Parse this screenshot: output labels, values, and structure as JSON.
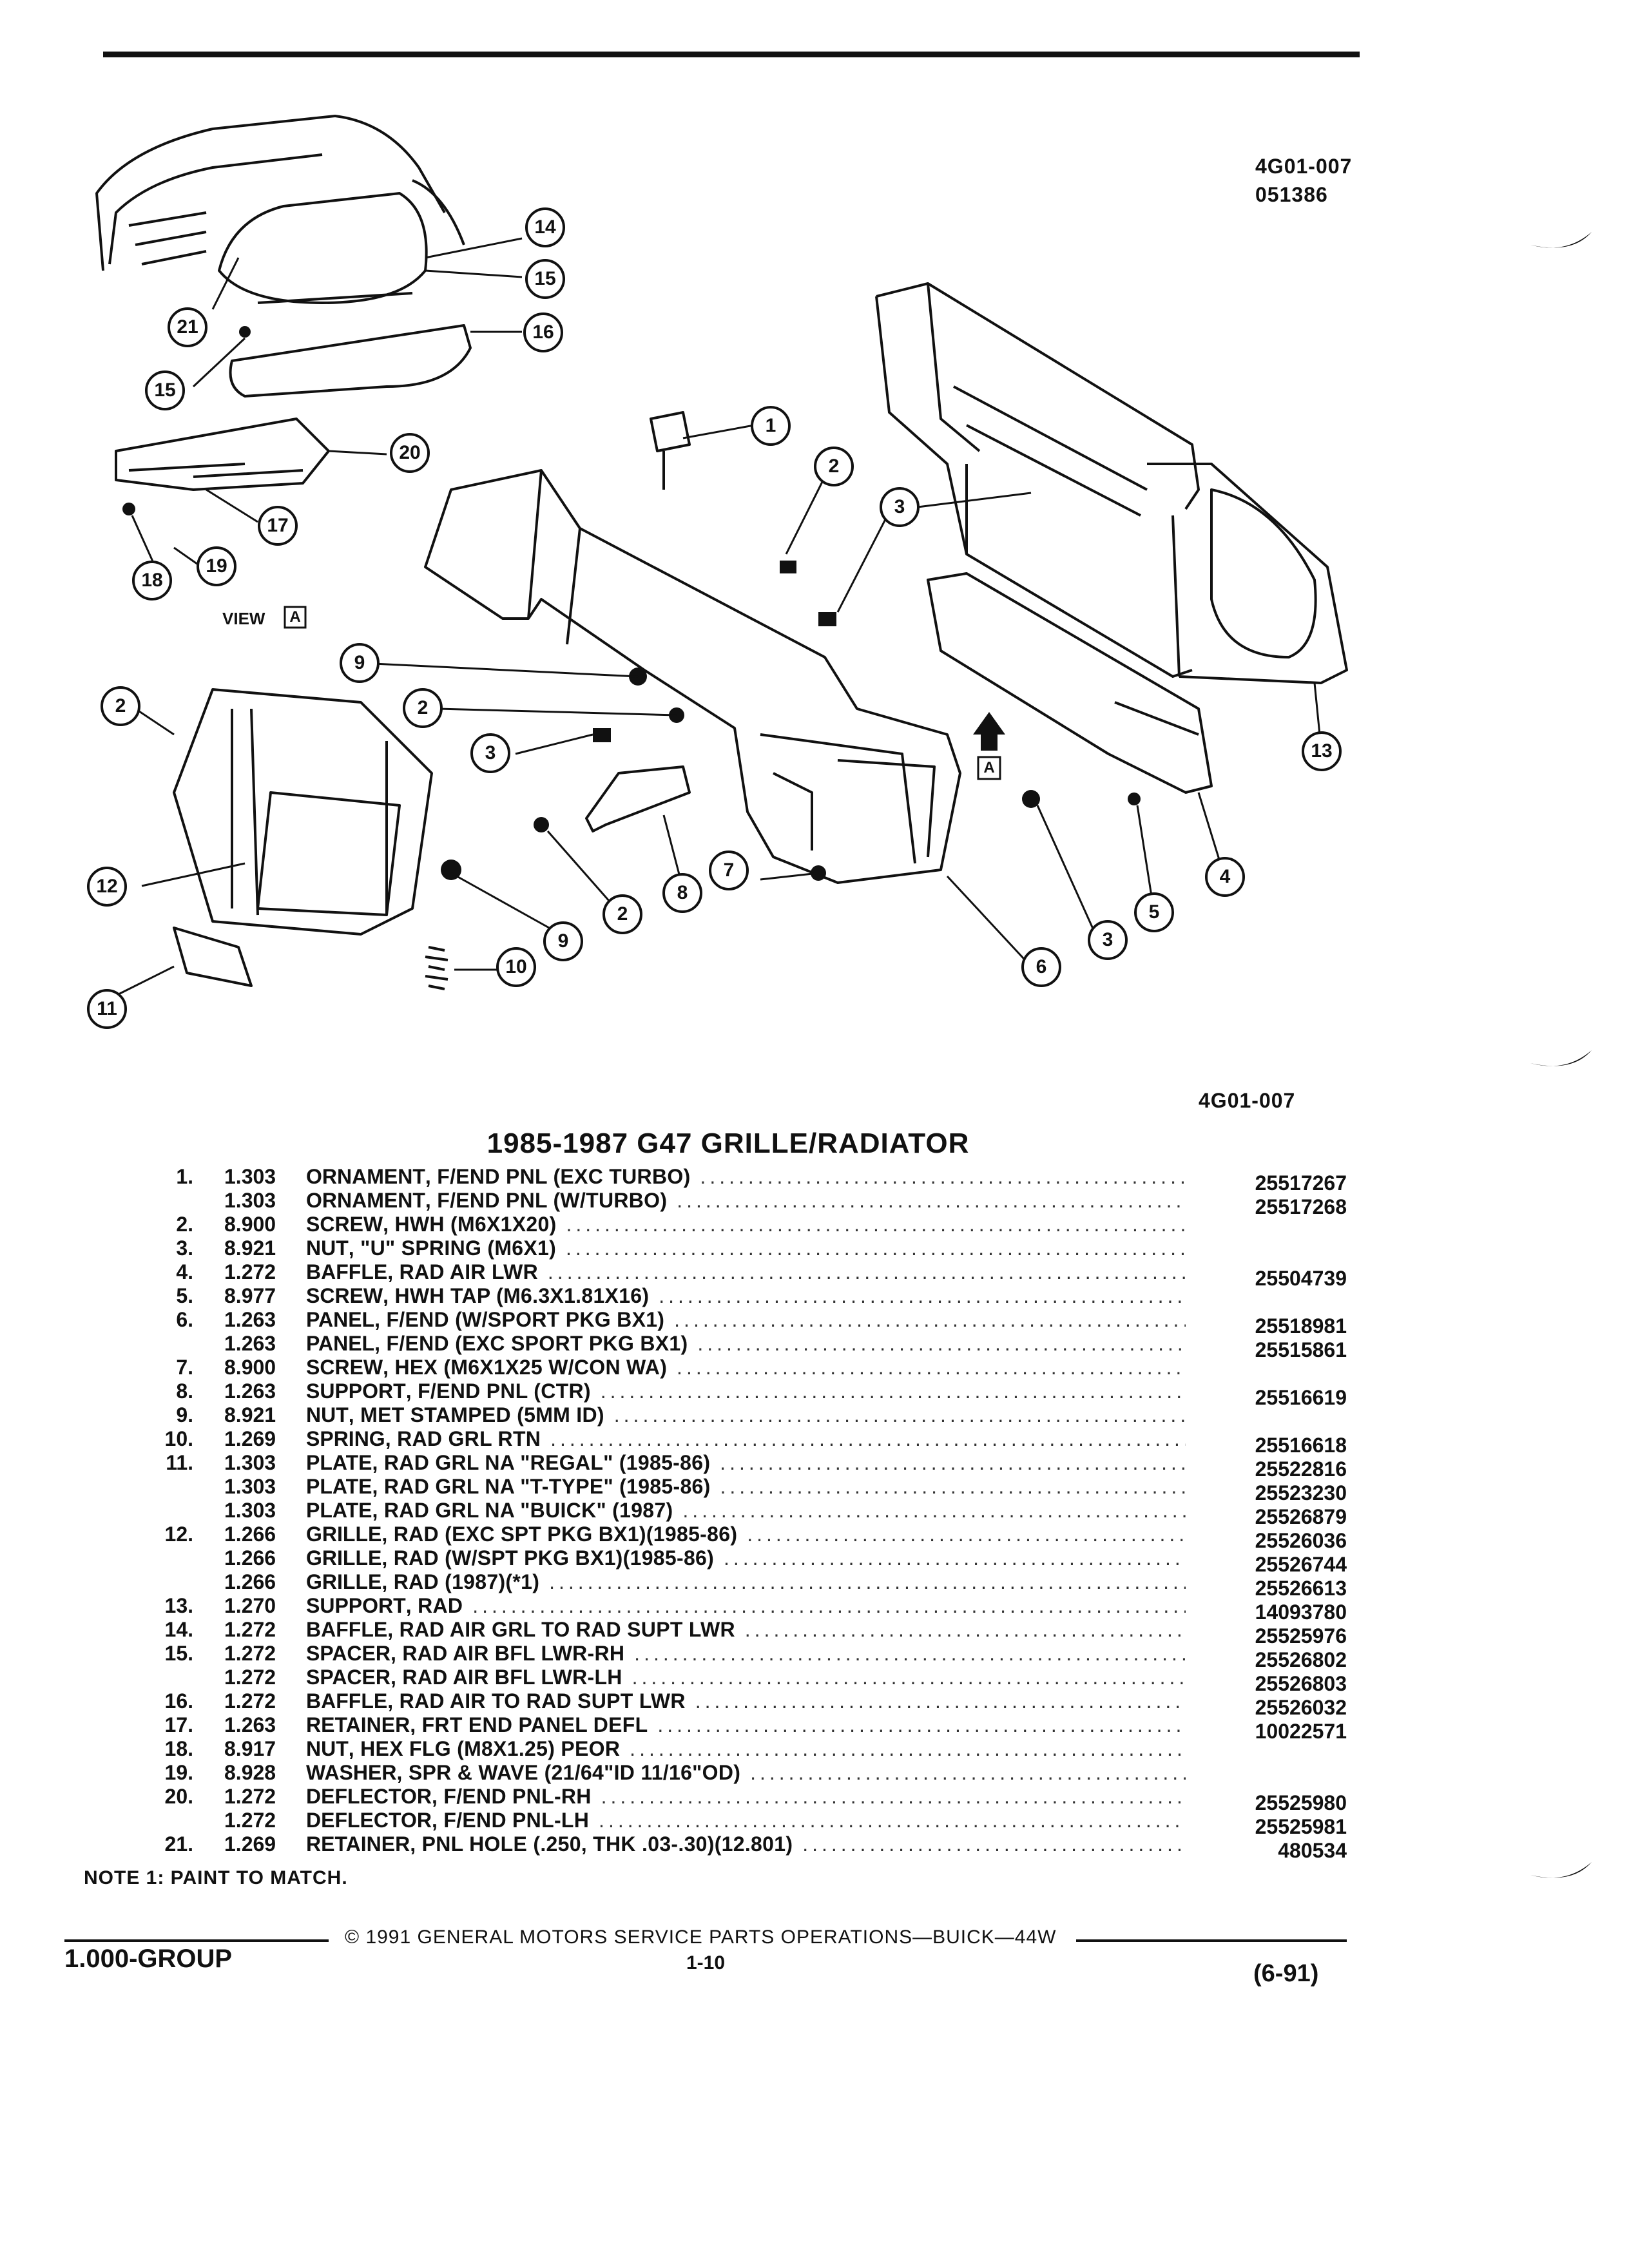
{
  "header": {
    "code_top": "4G01-007",
    "code_sub": "051386",
    "code_bottom": "4G01-007"
  },
  "diagram": {
    "view_label": "VIEW",
    "view_letter": "A",
    "arrow_letter": "A",
    "callouts": [
      "1",
      "2",
      "3",
      "4",
      "5",
      "6",
      "7",
      "8",
      "9",
      "10",
      "11",
      "12",
      "13",
      "14",
      "15",
      "16",
      "17",
      "18",
      "19",
      "20",
      "21"
    ]
  },
  "title": "1985-1987 G47 GRILLE/RADIATOR",
  "parts": [
    {
      "num": "1.",
      "grp": "1.303",
      "name": "ORNAMENT",
      "desc": ", F/END PNL (EXC TURBO)",
      "pn": "25517267"
    },
    {
      "num": "",
      "grp": "1.303",
      "name": "ORNAMENT",
      "desc": ", F/END PNL (W/TURBO)",
      "pn": "25517268"
    },
    {
      "num": "2.",
      "grp": "8.900",
      "name": "SCREW",
      "desc": ", HWH (M6X1X20)",
      "pn": ""
    },
    {
      "num": "3.",
      "grp": "8.921",
      "name": "NUT",
      "desc": ", \"U\" SPRING (M6X1)",
      "pn": ""
    },
    {
      "num": "4.",
      "grp": "1.272",
      "name": "BAFFLE",
      "desc": ", RAD AIR LWR",
      "pn": "25504739"
    },
    {
      "num": "5.",
      "grp": "8.977",
      "name": "SCREW",
      "desc": ", HWH TAP (M6.3X1.81X16)",
      "pn": ""
    },
    {
      "num": "6.",
      "grp": "1.263",
      "name": "PANEL",
      "desc": ", F/END (W/SPORT PKG BX1)",
      "pn": "25518981"
    },
    {
      "num": "",
      "grp": "1.263",
      "name": "PANEL",
      "desc": ", F/END (EXC SPORT PKG BX1)",
      "pn": "25515861"
    },
    {
      "num": "7.",
      "grp": "8.900",
      "name": "SCREW",
      "desc": ", HEX (M6X1X25 W/CON WA)",
      "pn": ""
    },
    {
      "num": "8.",
      "grp": "1.263",
      "name": "SUPPORT",
      "desc": ", F/END PNL (CTR)",
      "pn": "25516619"
    },
    {
      "num": "9.",
      "grp": "8.921",
      "name": "NUT",
      "desc": ", MET STAMPED (5MM ID)",
      "pn": ""
    },
    {
      "num": "10.",
      "grp": "1.269",
      "name": "SPRING",
      "desc": ", RAD GRL RTN",
      "pn": "25516618"
    },
    {
      "num": "11.",
      "grp": "1.303",
      "name": "PLATE",
      "desc": ", RAD GRL NA \"REGAL\" (1985-86)",
      "pn": "25522816"
    },
    {
      "num": "",
      "grp": "1.303",
      "name": "PLATE",
      "desc": ", RAD GRL NA \"T-TYPE\" (1985-86)",
      "pn": "25523230"
    },
    {
      "num": "",
      "grp": "1.303",
      "name": "PLATE",
      "desc": ", RAD GRL NA \"BUICK\" (1987)",
      "pn": "25526879"
    },
    {
      "num": "12.",
      "grp": "1.266",
      "name": "GRILLE",
      "desc": ", RAD (EXC SPT PKG BX1)(1985-86)",
      "pn": "25526036"
    },
    {
      "num": "",
      "grp": "1.266",
      "name": "GRILLE",
      "desc": ", RAD (W/SPT PKG BX1)(1985-86)",
      "pn": "25526744"
    },
    {
      "num": "",
      "grp": "1.266",
      "name": "GRILLE",
      "desc": ", RAD (1987)(*1)",
      "pn": "25526613"
    },
    {
      "num": "13.",
      "grp": "1.270",
      "name": "SUPPORT",
      "desc": ", RAD",
      "pn": "14093780"
    },
    {
      "num": "14.",
      "grp": "1.272",
      "name": "BAFFLE",
      "desc": ", RAD AIR GRL TO RAD SUPT LWR",
      "pn": "25525976"
    },
    {
      "num": "15.",
      "grp": "1.272",
      "name": "SPACER",
      "desc": ", RAD AIR BFL LWR-RH",
      "pn": "25526802"
    },
    {
      "num": "",
      "grp": "1.272",
      "name": "SPACER",
      "desc": ", RAD AIR BFL LWR-LH",
      "pn": "25526803"
    },
    {
      "num": "16.",
      "grp": "1.272",
      "name": "BAFFLE",
      "desc": ", RAD AIR TO RAD SUPT LWR",
      "pn": "25526032"
    },
    {
      "num": "17.",
      "grp": "1.263",
      "name": "RETAINER",
      "desc": ", FRT END PANEL DEFL",
      "pn": "10022571"
    },
    {
      "num": "18.",
      "grp": "8.917",
      "name": "NUT",
      "desc": ", HEX FLG (M8X1.25) PEOR",
      "pn": ""
    },
    {
      "num": "19.",
      "grp": "8.928",
      "name": "WASHER",
      "desc": ", SPR & WAVE (21/64\"ID 11/16\"OD)",
      "pn": ""
    },
    {
      "num": "20.",
      "grp": "1.272",
      "name": "DEFLECTOR",
      "desc": ", F/END PNL-RH",
      "pn": "25525980"
    },
    {
      "num": "",
      "grp": "1.272",
      "name": "DEFLECTOR",
      "desc": ", F/END PNL-LH",
      "pn": "25525981"
    },
    {
      "num": "21.",
      "grp": "1.269",
      "name": "RETAINER",
      "desc": ", PNL HOLE (.250, THK .03-.30)(12.801)",
      "pn": "480534"
    }
  ],
  "note": "NOTE  1:  PAINT TO MATCH.",
  "footer": {
    "copyright": "© 1991 GENERAL MOTORS SERVICE PARTS OPERATIONS—BUICK—44W",
    "group": "1.000-GROUP",
    "page": "1-10",
    "date": "(6-91)"
  }
}
